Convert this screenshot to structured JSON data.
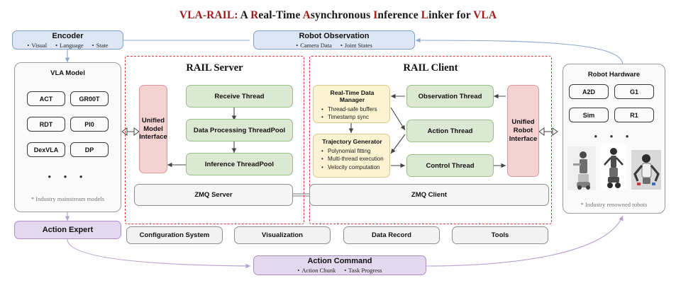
{
  "title": {
    "parts": [
      {
        "t": "VLA-RAIL:",
        "c": "red"
      },
      {
        "t": " A ",
        "c": "black"
      },
      {
        "t": "R",
        "c": "red"
      },
      {
        "t": "eal-Time ",
        "c": "black"
      },
      {
        "t": "A",
        "c": "red"
      },
      {
        "t": "synchronous ",
        "c": "black"
      },
      {
        "t": "I",
        "c": "red"
      },
      {
        "t": "nference ",
        "c": "black"
      },
      {
        "t": "L",
        "c": "red"
      },
      {
        "t": "inker ",
        "c": "black"
      },
      {
        "t": "for ",
        "c": "black"
      },
      {
        "t": "VLA",
        "c": "red"
      }
    ],
    "plain": "VLA-RAIL: A Real-Time Asynchronous Inference Linker for VLA",
    "accent": "#9e1b1b"
  },
  "encoder": {
    "heading": "Encoder",
    "items": [
      "Visual",
      "Language",
      "State"
    ],
    "color": "#dde6f5"
  },
  "robot_observation": {
    "heading": "Robot Observation",
    "items": [
      "Camera Data",
      "Joint States"
    ],
    "color": "#dde6f5"
  },
  "vla_model": {
    "heading": "VLA Model",
    "models": [
      "ACT",
      "GR00T",
      "RDT",
      "PI0",
      "DexVLA",
      "DP"
    ],
    "ellipsis": "•   •   •",
    "note": "* Industry mainstream models"
  },
  "action_expert": {
    "heading": "Action Expert",
    "color": "#e3d8ee"
  },
  "rail_server": {
    "title": "RAIL Server",
    "interface": [
      "Unified",
      "Model",
      "Interface"
    ],
    "interface_label": "Unified Model Interface",
    "threads": [
      "Receive Thread",
      "Data Processing ThreadPool",
      "Inference ThreadPool"
    ],
    "zmq": "ZMQ Server"
  },
  "rail_client": {
    "title": "RAIL Client",
    "data_manager": {
      "heading": "Real-Time Data Manager",
      "items": [
        "Thread-safe buffers",
        "Timestamp sync"
      ]
    },
    "trajectory_generator": {
      "heading": "Trajectory Generator",
      "items": [
        "Polynomial fitting",
        "Multi-thread execution",
        "Velocity computation"
      ]
    },
    "threads": [
      "Observation Thread",
      "Action Thread",
      "Control Thread"
    ],
    "interface": [
      "Unified",
      "Robot",
      "Interface"
    ],
    "interface_label": "Unified Robot Interface",
    "zmq": "ZMQ Client"
  },
  "robot_hardware": {
    "heading": "Robot Hardware",
    "devices": [
      "A2D",
      "G1",
      "Sim",
      "R1"
    ],
    "ellipsis": "•   •   •",
    "note": "* Industry renowned robots"
  },
  "toolbar": [
    "Configuration System",
    "Visualization",
    "Data Record",
    "Tools"
  ],
  "action_command": {
    "heading": "Action Command",
    "items": [
      "Action Chunk",
      "Task Progress"
    ],
    "color": "#e3d8ee"
  },
  "palette": {
    "dashed_border": "#d63a2f",
    "green_fill": "#dbe8d2",
    "pink_fill": "#f4d2d2",
    "yellow_fill": "#fcf3d2",
    "blue_fill": "#dde6f5",
    "purple_fill": "#e3d8ee",
    "wire_blue": "#8aa7d0",
    "wire_purple": "#b79fd0",
    "wire_grey": "#555555"
  }
}
